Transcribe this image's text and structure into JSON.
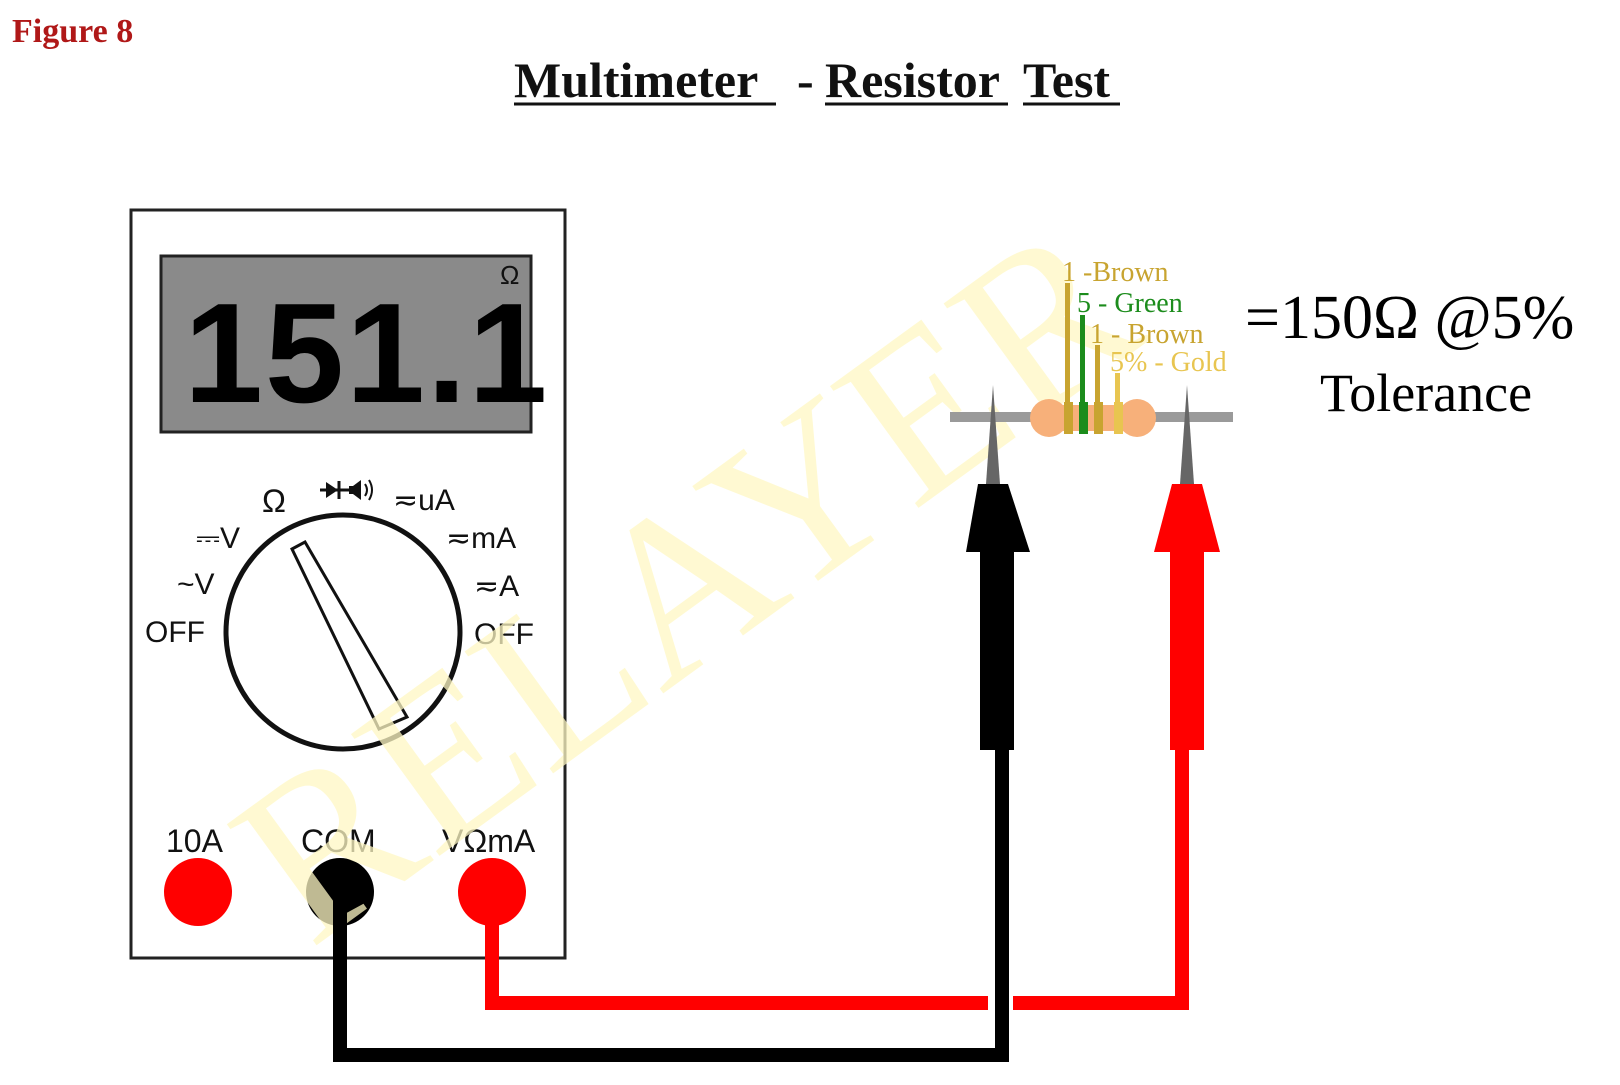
{
  "figure_label": "Figure 8",
  "title": {
    "part1": "Multimeter",
    "separator": "-",
    "part2": "Resistor",
    "part3": "Test"
  },
  "watermark": "RELAYER",
  "multimeter": {
    "display_value": "151.1",
    "display_unit": "Ω",
    "dial_labels": {
      "ohm": "Ω",
      "diode_continuity": "⏵|◀))",
      "ac_dc_microamps": "≂uA",
      "ac_dc_milliamps": "≂mA",
      "ac_dc_amps": "≂A",
      "off_right": "OFF",
      "dc_volts": "⎓V",
      "ac_volts": "~V",
      "off_left": "OFF"
    },
    "selected_mode": "Ω",
    "jacks": [
      {
        "label": "10A",
        "color": "#ff0000"
      },
      {
        "label": "COM",
        "color": "#000000"
      },
      {
        "label": "VΩmA",
        "color": "#ff0000"
      }
    ]
  },
  "resistor": {
    "bands": [
      {
        "label": "1 -Brown",
        "color": "#c8a430"
      },
      {
        "label": "5 - Green",
        "color": "#1c8c1c"
      },
      {
        "label": "1 - Brown",
        "color": "#c8a430"
      },
      {
        "label": "5% - Gold",
        "color": "#e8c550"
      }
    ],
    "body_color": "#f7b07a"
  },
  "result": {
    "value": "=150Ω @5%",
    "tolerance": "Tolerance"
  },
  "colors": {
    "figure_label": "#b01818",
    "probe_red": "#ff0000",
    "probe_black": "#000000",
    "lcd_bg": "#8a8a8a",
    "watermark": "#fffbd0"
  }
}
